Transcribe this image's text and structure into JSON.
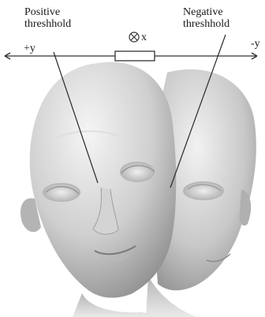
{
  "labels": {
    "positive_threshold": [
      "Positive",
      "threshhold"
    ],
    "negative_threshold": [
      "Negative",
      "threshhold"
    ],
    "x_axis": "x",
    "plus_y": "+y",
    "minus_y": "-y"
  },
  "colors": {
    "axis_line": "#333333",
    "text": "#1a1a1a",
    "face_light": "#f2f2f2",
    "face_mid": "#c8c8c8",
    "face_shadow": "#8e8e8e"
  },
  "icons": {
    "x_axis_symbol": "circled-times-icon",
    "sensor": "resistor-sensor-icon"
  }
}
